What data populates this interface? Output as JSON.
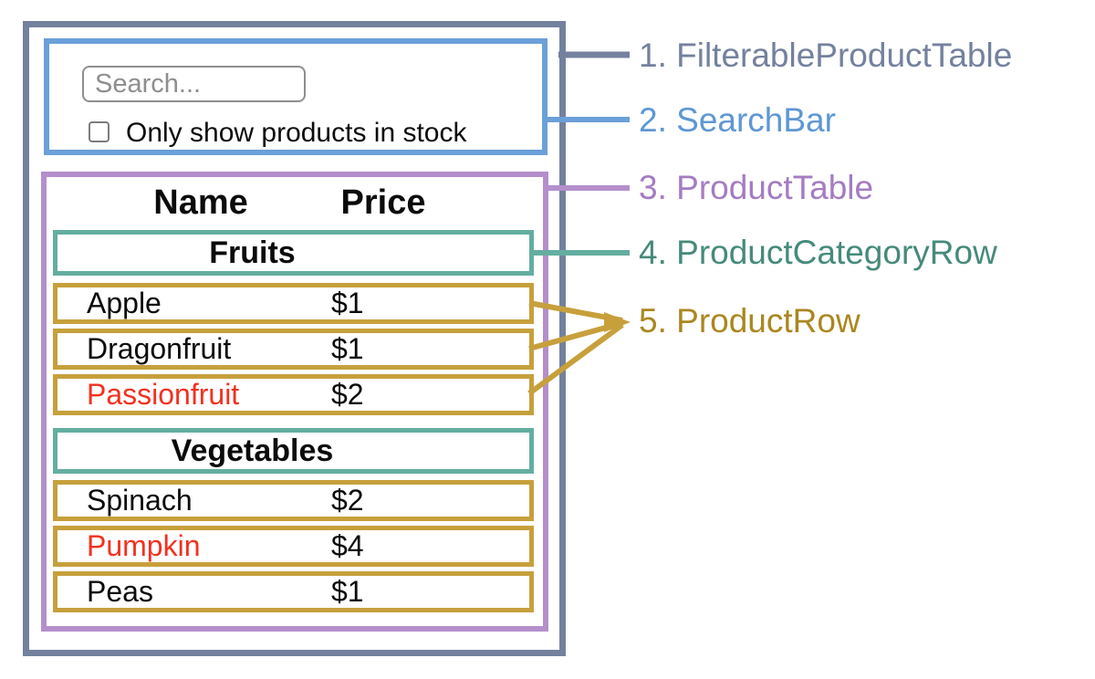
{
  "search_bar": {
    "input_placeholder": "Search...",
    "checkbox_label": "Only show products in stock",
    "checkbox_checked": false
  },
  "product_table": {
    "header": {
      "name": "Name",
      "price": "Price"
    },
    "sections": [
      {
        "category": "Fruits",
        "rows": [
          {
            "name": "Apple",
            "price": "$1",
            "in_stock": true
          },
          {
            "name": "Dragonfruit",
            "price": "$1",
            "in_stock": true
          },
          {
            "name": "Passionfruit",
            "price": "$2",
            "in_stock": false
          }
        ]
      },
      {
        "category": "Vegetables",
        "rows": [
          {
            "name": "Spinach",
            "price": "$2",
            "in_stock": true
          },
          {
            "name": "Pumpkin",
            "price": "$4",
            "in_stock": false
          },
          {
            "name": "Peas",
            "price": "$1",
            "in_stock": true
          }
        ]
      }
    ]
  },
  "annotations": {
    "labels": [
      {
        "text": "1. FilterableProductTable",
        "color": "#74819e"
      },
      {
        "text": "2. SearchBar",
        "color": "#5e97d3"
      },
      {
        "text": "3. ProductTable",
        "color": "#a47cc2"
      },
      {
        "text": "4. ProductCategoryRow",
        "color": "#468a7b"
      },
      {
        "text": "5. ProductRow",
        "color": "#aa871f"
      }
    ]
  },
  "colors": {
    "filterable_product_table_outline": "#74819e",
    "search_bar_outline": "#6b9fd8",
    "product_table_outline": "#b48fcb",
    "product_category_row_outline": "#63aea0",
    "product_row_outline": "#c7a03c",
    "out_of_stock_text": "#f4301f",
    "input_border": "#8e8e8e",
    "body_text": "#0b0b0b"
  }
}
